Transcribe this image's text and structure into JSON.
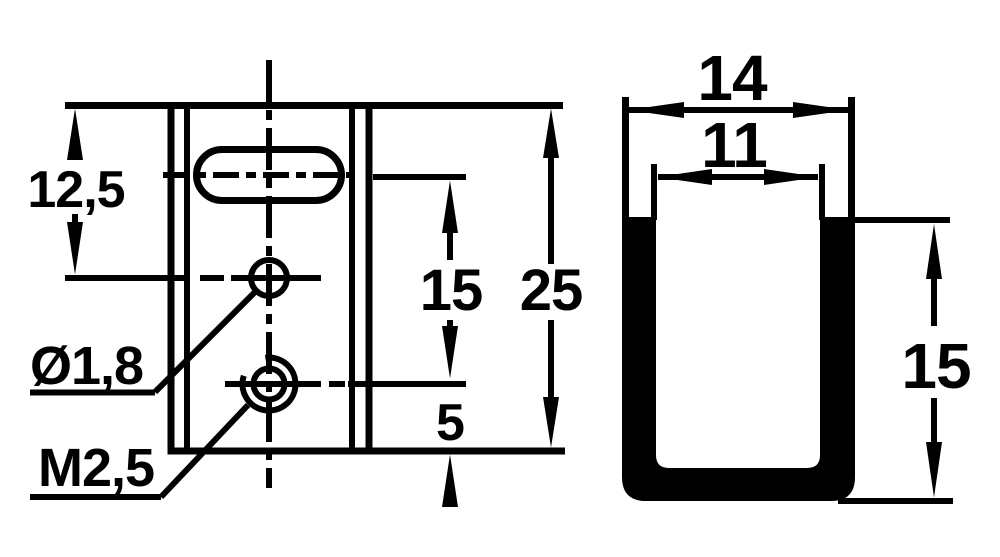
{
  "drawing": {
    "title": "U-channel bracket two-view dimension drawing",
    "colors": {
      "ink": "#000000",
      "background": "#ffffff"
    },
    "front_view": {
      "dims": {
        "top_to_pilot_hole": "12,5",
        "slot_to_thread_spacing": "15",
        "thread_to_bottom": "5",
        "overall_height": "25"
      },
      "labels": {
        "pilot_hole_diameter": "Ø1,8",
        "thread_size": "M2,5"
      }
    },
    "side_view": {
      "dims": {
        "outer_width": "14",
        "inner_width": "11",
        "channel_height": "15"
      }
    }
  }
}
